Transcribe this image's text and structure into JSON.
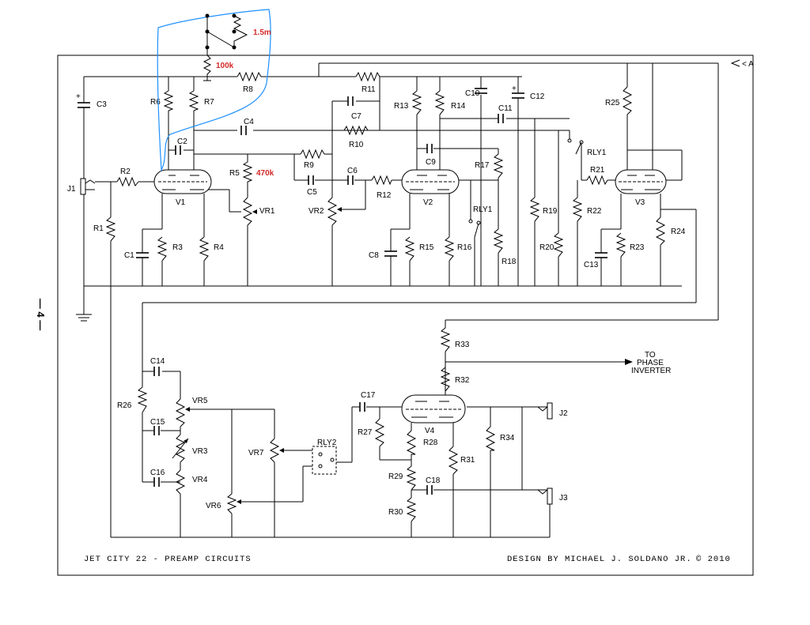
{
  "page_number": "— 4 —",
  "title_block": {
    "title": "JET CITY 22 - PREAMP CIRCUITS",
    "designer": "DESIGN BY MICHAEL J. SOLDANO JR.",
    "copyright": "© 2010"
  },
  "annotations": {
    "resistor_1": "1.5m",
    "resistor_2": "100k",
    "resistor_3": "470k",
    "annotation_color": "#d42a2a",
    "ink_color": "#1e90ff"
  },
  "connector_a": "< A",
  "to_phase_inverter": [
    "TO",
    "PHASE",
    "INVERTER"
  ],
  "tubes": [
    "V1",
    "V2",
    "V3",
    "V4"
  ],
  "relays": [
    "RLY1",
    "RLY1",
    "RLY2"
  ],
  "jacks": [
    "J1",
    "J2",
    "J3"
  ],
  "resistors": [
    "R1",
    "R2",
    "R3",
    "R4",
    "R5",
    "R6",
    "R7",
    "R8",
    "R9",
    "R10",
    "R11",
    "R12",
    "R13",
    "R14",
    "R15",
    "R16",
    "R17",
    "R18",
    "R19",
    "R20",
    "R21",
    "R22",
    "R23",
    "R24",
    "R25",
    "R26",
    "R27",
    "R28",
    "R29",
    "R30",
    "R31",
    "R32",
    "R33",
    "R34"
  ],
  "capacitors": [
    "C1",
    "C2",
    "C3",
    "C4",
    "C5",
    "C6",
    "C7",
    "C8",
    "C9",
    "C10",
    "C11",
    "C12",
    "C13",
    "C14",
    "C15",
    "C16",
    "C17",
    "C18"
  ],
  "pots": [
    "VR1",
    "VR2",
    "VR3",
    "VR4",
    "VR5",
    "VR6",
    "VR7"
  ]
}
